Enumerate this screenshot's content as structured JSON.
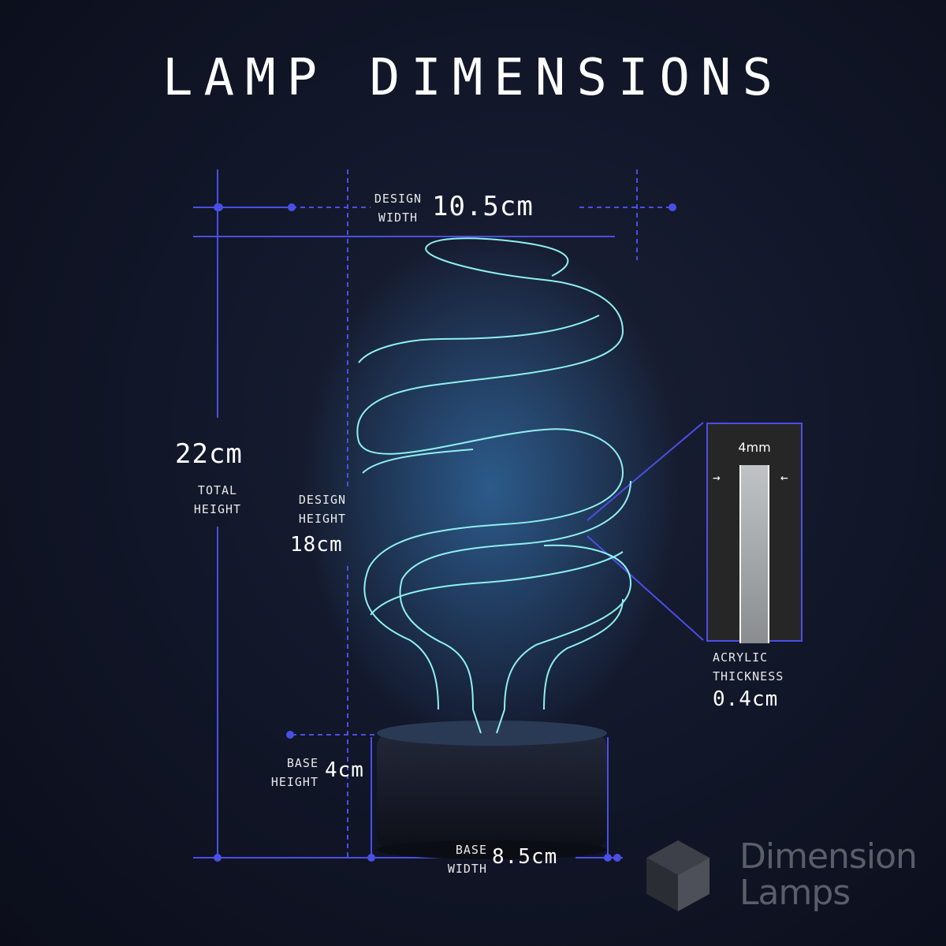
{
  "title": "LAMP DIMENSIONS",
  "design_width": {
    "label_line1": "DESIGN",
    "label_line2": "WIDTH",
    "value": "10.5cm"
  },
  "total_height": {
    "value": "22cm",
    "label_line1": "TOTAL",
    "label_line2": "HEIGHT"
  },
  "design_height": {
    "label_line1": "DESIGN",
    "label_line2": "HEIGHT",
    "value": "18cm"
  },
  "base_height": {
    "label_line1": "BASE",
    "label_line2": "HEIGHT",
    "value": "4cm"
  },
  "base_width": {
    "label_line1": "BASE",
    "label_line2": "WIDTH",
    "value": "8.5cm"
  },
  "acrylic": {
    "inset_value": "4mm",
    "label_line1": "ACRYLIC",
    "label_line2": "THICKNESS",
    "value": "0.4cm"
  },
  "brand": {
    "line1": "Dimension",
    "line2": "Lamps",
    "icon": "cube-logo-icon"
  },
  "colors": {
    "accent": "#4a4fe6",
    "glow": "#8ff0ef",
    "background": "#12172a"
  }
}
